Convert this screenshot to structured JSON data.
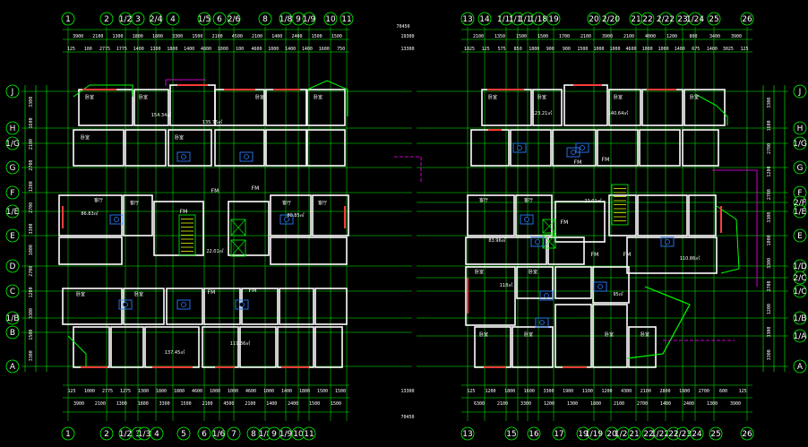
{
  "colors": {
    "background": "#000000",
    "grid": "#00ff00",
    "wall": "#ffffff",
    "window": "#ff3b3b",
    "fixture": "#2a7bff",
    "annotation": "#ff00ff",
    "dim": "#ffffff"
  },
  "axes_top": [
    "1",
    "2",
    "1/2",
    "3",
    "2/4",
    "4",
    "1/5",
    "6",
    "2/6",
    "8",
    "1/8",
    "9",
    "1/9",
    "10",
    "11",
    "13",
    "14",
    "1/15",
    "1/16",
    "1/17",
    "1/18",
    "19",
    "20",
    "2/20",
    "21",
    "22",
    "2/22",
    "23",
    "1/24",
    "25",
    "26"
  ],
  "axes_bottom": [
    "1",
    "2",
    "1/2",
    "3",
    "1/3",
    "4",
    "5",
    "6",
    "1/6",
    "7",
    "8",
    "1/8",
    "9",
    "1/9",
    "10",
    "11",
    "13",
    "15",
    "16",
    "17",
    "19",
    "1/19",
    "20",
    "1/20",
    "21",
    "22",
    "1/22",
    "23",
    "2/23",
    "24",
    "25",
    "26"
  ],
  "axes_left": [
    "J",
    "H",
    "1/G",
    "G",
    "F",
    "1/E",
    "E",
    "D",
    "C",
    "1/B",
    "B",
    "A"
  ],
  "axes_right": [
    "J",
    "H",
    "1/G",
    "G",
    "F",
    "2/F",
    "1/E",
    "E",
    "1/D",
    "2/C",
    "1/C",
    "1/B",
    "1/A",
    "A"
  ],
  "dims_top_row1": [
    "3900",
    "2100",
    "1300",
    "1800",
    "1800",
    "3300",
    "1500",
    "2100",
    "4500",
    "2100",
    "1400",
    "2400",
    "1500",
    "1500",
    "2100",
    "1350",
    "1500",
    "1500",
    "1700",
    "2100",
    "3900",
    "2100",
    "4000",
    "1200",
    "800",
    "3400",
    "3900"
  ],
  "dims_top_row2": [
    "125",
    "100",
    "2775",
    "1775",
    "1400",
    "1300",
    "1800",
    "1400",
    "4800",
    "1000",
    "100",
    "4600",
    "1000",
    "1400",
    "1400",
    "1600",
    "750",
    "1825",
    "125",
    "575",
    "850",
    "1800",
    "900",
    "900",
    "1500",
    "1000",
    "1000",
    "4600",
    "1000",
    "1000",
    "1400",
    "675",
    "1400",
    "3025",
    "125"
  ],
  "overall_dims": [
    "19300",
    "13300",
    "70450"
  ],
  "dims_bottom_row1": [
    "125",
    "1000",
    "2775",
    "1275",
    "1300",
    "1800",
    "1800",
    "4600",
    "1000",
    "1000",
    "4600",
    "1000",
    "1400",
    "1800",
    "1500",
    "1500",
    "13300",
    "125",
    "1200",
    "1800",
    "1600",
    "3300",
    "1900",
    "1100",
    "1200",
    "4300",
    "2100",
    "2800",
    "1800",
    "2700",
    "600",
    "125"
  ],
  "dims_bottom_row2": [
    "3900",
    "2100",
    "1300",
    "1800",
    "3300",
    "1500",
    "2100",
    "4500",
    "2100",
    "1400",
    "2400",
    "1500",
    "1500",
    "6300",
    "2100",
    "3300",
    "1200",
    "1300",
    "1800",
    "2100",
    "2700",
    "1400",
    "2400",
    "1300",
    "3900"
  ],
  "dims_left": [
    "3300",
    "1600",
    "2100",
    "2700",
    "1200",
    "2700",
    "3300",
    "1000",
    "2700",
    "1200",
    "3300",
    "1500",
    "3300"
  ],
  "dims_right": [
    "3300",
    "1600",
    "2700",
    "1200",
    "2700",
    "3300",
    "1000",
    "3300",
    "2700",
    "1200",
    "3300",
    "3300"
  ],
  "areas": [
    "154.34㎡",
    "135.75㎡",
    "86.83㎡",
    "80.85㎡",
    "22.01㎡",
    "137.45㎡",
    "119.36㎡",
    "123.21㎡",
    "140.64㎡",
    "22.01㎡",
    "83.96㎡",
    "110.86㎡",
    "118㎡",
    "95㎡"
  ],
  "fm_labels": [
    "FM",
    "FM",
    "FM",
    "FM",
    "FM",
    "FM",
    "FM",
    "FM",
    "FM",
    "FM"
  ],
  "room_labels": [
    "卧室",
    "卧室",
    "卧室",
    "卧室",
    "卧室",
    "卧室",
    "客厅",
    "客厅",
    "客厅",
    "客厅",
    "卧室",
    "卧室",
    "卧室",
    "卧室",
    "卧室",
    "卧室",
    "客厅",
    "客厅",
    "卧室",
    "卧室",
    "卧室",
    "卧室",
    "卧室",
    "卧室"
  ]
}
